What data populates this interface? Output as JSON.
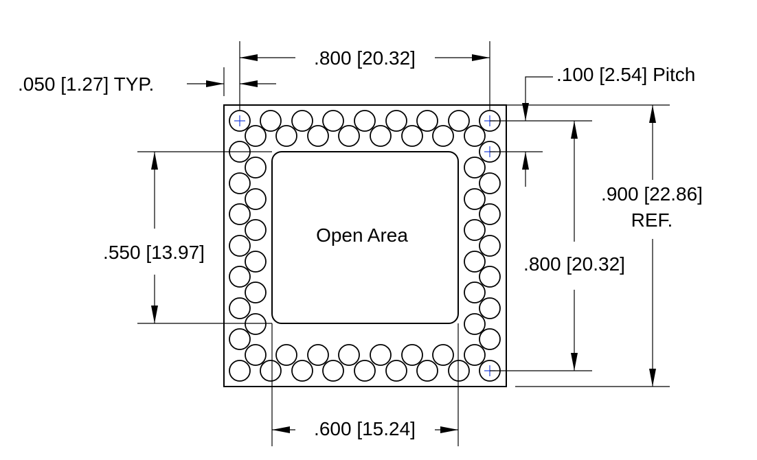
{
  "diagram": {
    "open_area_label": "Open Area",
    "dimensions": {
      "top_width": ".800 [20.32]",
      "pad_size": ".050 [1.27] TYP.",
      "pitch": ".100 [2.54] Pitch",
      "overall_height_line1": ".900 [22.86]",
      "overall_height_line2": "REF.",
      "open_height": ".550 [13.97]",
      "pad_span_height": ".800 [20.32]",
      "open_width": ".600 [15.24]"
    },
    "colors": {
      "outline": "#000000",
      "pin_marker": "#1f3fd8"
    }
  }
}
